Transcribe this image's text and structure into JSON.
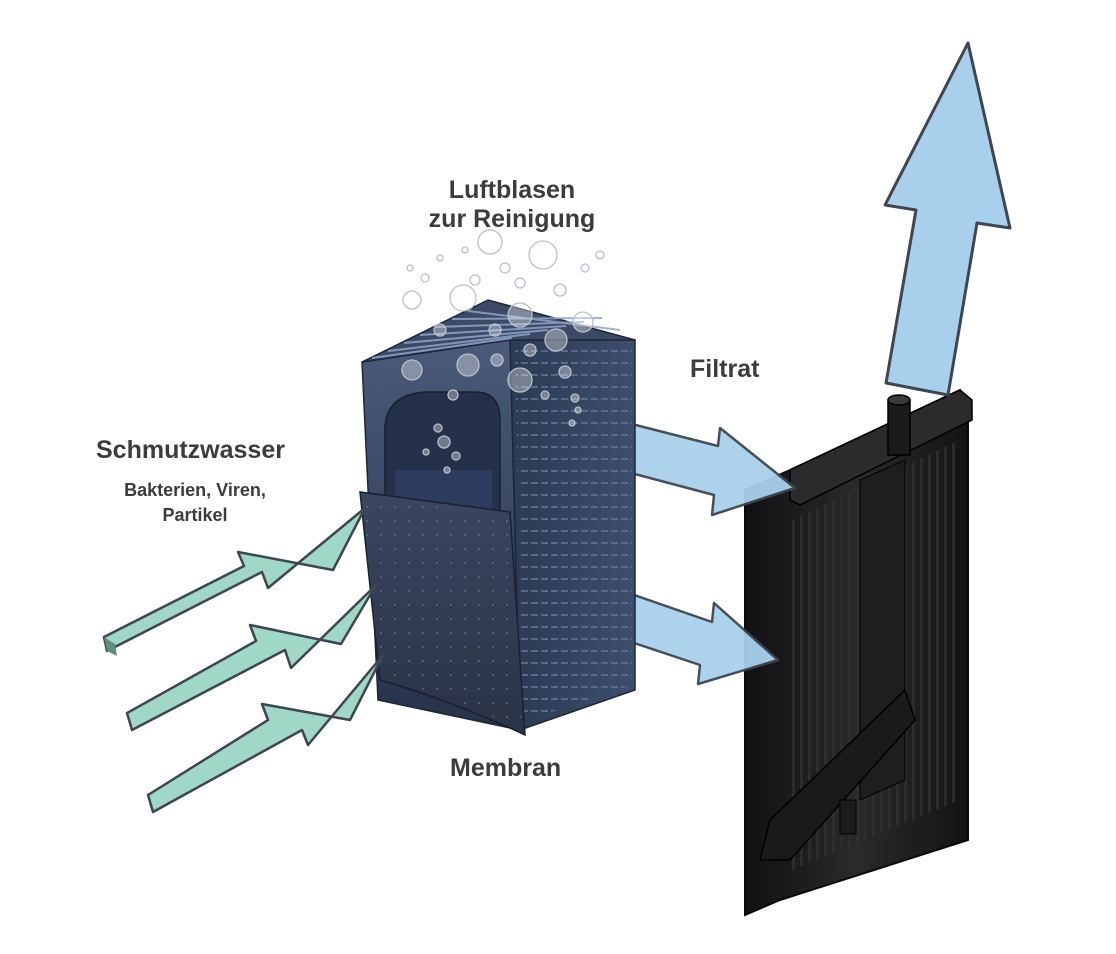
{
  "labels": {
    "air_bubbles_line1": "Luftblasen",
    "air_bubbles_line2": "zur Reinigung",
    "filtrate": "Filtrat",
    "wastewater": "Schmutzwasser",
    "contaminants_line1": "Bakterien, Viren,",
    "contaminants_line2": "Partikel",
    "membrane": "Membran"
  },
  "colors": {
    "inflow_arrow": "#9fd8c6",
    "filtrate_arrow": "#a8d0ec",
    "membrane_module": "#2f3d55",
    "filter_frame": "#1c1c1e",
    "label_text": "#3c3c3c"
  }
}
